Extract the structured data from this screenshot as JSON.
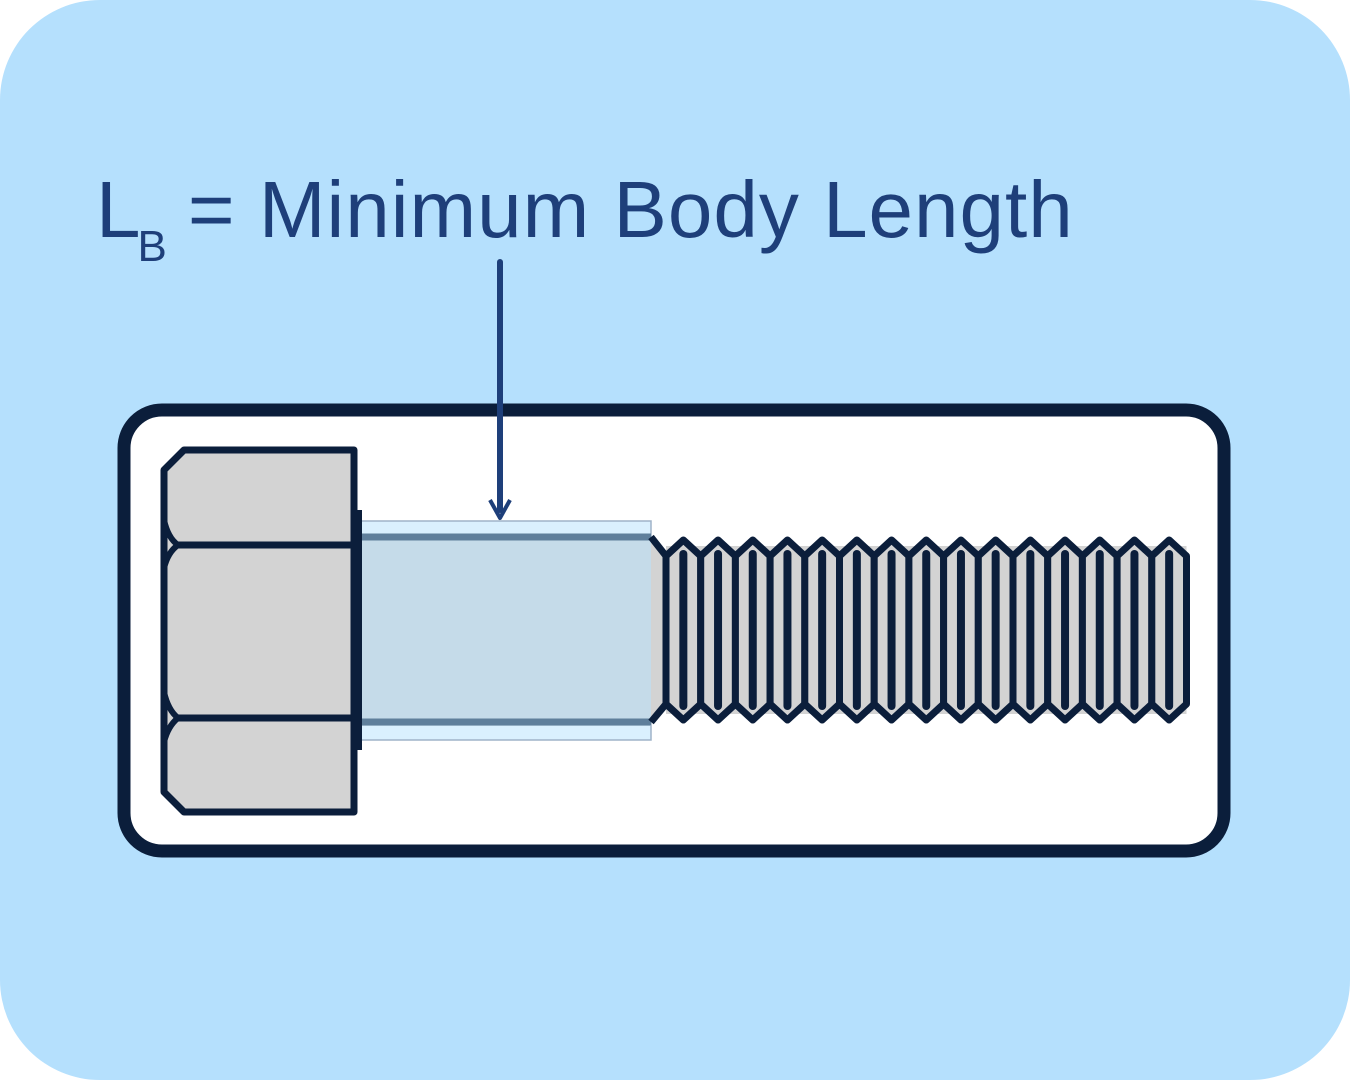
{
  "diagram": {
    "title": {
      "symbol": "L",
      "subscript": "B",
      "equals": "=",
      "text": "Minimum Body Length"
    },
    "colors": {
      "background": "#b5e0fd",
      "frame_stroke": "#0b1e3b",
      "frame_fill": "#ffffff",
      "label_text": "#1e3f7a",
      "arrow": "#1e3f7a",
      "bolt_fill": "#d3d3d3",
      "bolt_stroke": "#0b1e3b",
      "body_highlight_fill": "#c5dbe9",
      "body_highlight_outer": "#daf0fe",
      "body_edge": "#5f7f9b"
    },
    "components": [
      {
        "name": "bolt-head",
        "description": "hexagonal bolt head (side view)"
      },
      {
        "name": "bolt-body",
        "description": "unthreaded shank highlighted as minimum body length"
      },
      {
        "name": "bolt-threads",
        "description": "threaded portion",
        "thread_count": 15
      }
    ]
  }
}
